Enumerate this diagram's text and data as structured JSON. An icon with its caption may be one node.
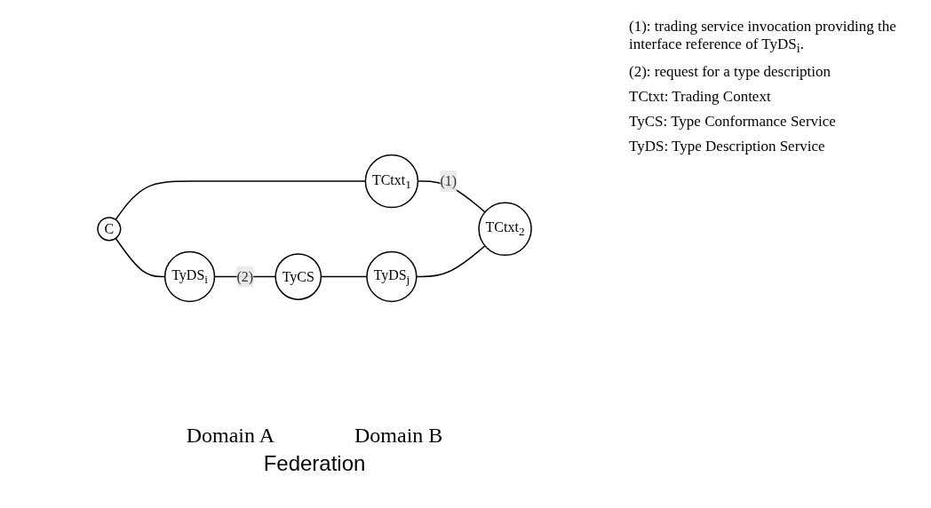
{
  "diagram": {
    "nodes": [
      {
        "text": [
          "TyCS"
        ]
      },
      {
        "text": [
          "TyDS$_{i}$"
        ]
      },
      {
        "text": [
          "TyDS$_{j}$"
        ]
      },
      {
        "text": [
          "C"
        ]
      },
      {
        "text": [
          "TCtxt$_{1}$"
        ]
      },
      {
        "text": [
          "TCtxt$_{2}$"
        ]
      }
    ],
    "edges": [
      {
        "from": 3,
        "to": 1,
        "arrow": "none"
      },
      {
        "from": 3,
        "to": 4,
        "arrow": "none"
      },
      {
        "from": 1,
        "to": 0,
        "arrow": "none",
        "label": "(2)"
      },
      {
        "from": 4,
        "to": 5,
        "arrow": "none",
        "label": "(1)"
      },
      {
        "from": 0,
        "to": 2,
        "arrow": "none"
      },
      {
        "from": 2,
        "to": 5,
        "arrow": "none"
      }
    ],
    "labels": [
      "(1): trading service invocation providing the interface reference of TyDS$_{i}$.",
      "(2): request for a type description",
      "TCtxt: Trading Context",
      "TyCS: Type Conformance Service",
      "TyDS: Type Description Service",
      "Domain A",
      "Domain B",
      "Federation"
    ]
  }
}
